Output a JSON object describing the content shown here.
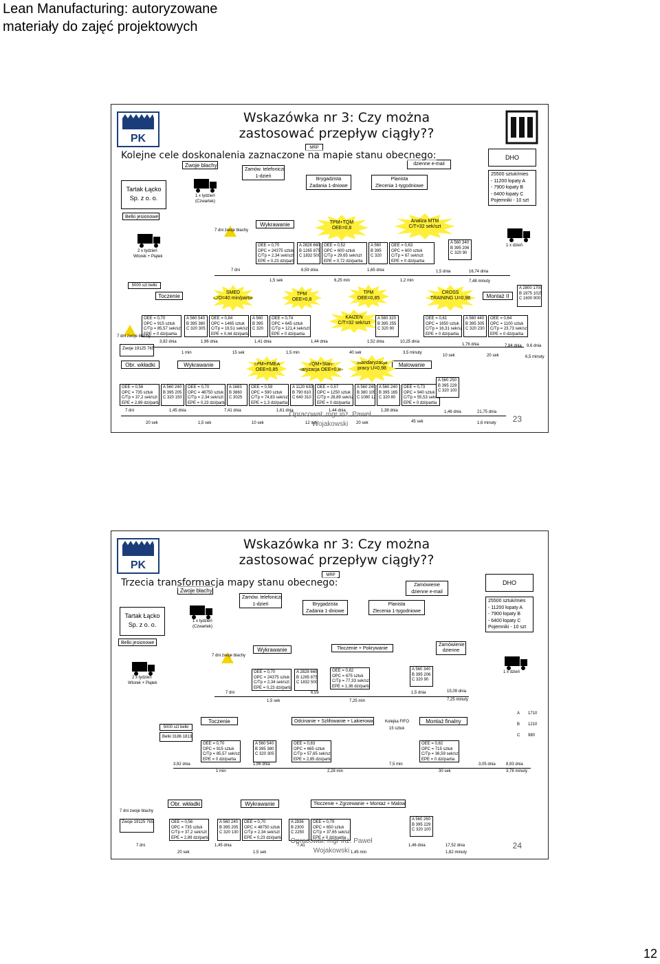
{
  "document": {
    "title_line1": "Lean Manufacturing: autoryzowane",
    "title_line2": "materiały do zajęć projektowych",
    "page_number": "12"
  },
  "slide1": {
    "title_line1": "Wskazówka nr 3: Czy można",
    "title_line2": "zastosować przepływ ciągły??",
    "subtitle": "Kolejne cele doskonalenia zaznaczone na mapie stanu obecnego:",
    "credit_line1": "Opracował: mgr inż. Paweł",
    "credit_line2": "Wojakowski",
    "slide_number": "23",
    "supplier": "Tartak Łącko Sp. z o. o.",
    "supplier_line1": "Tartak Łącko",
    "supplier_line2": "Sp. z o. o.",
    "customer": "DHO",
    "customer_data": [
      "25500 sztuk/mies",
      "- 11200 łopaty A",
      "- 7900 łopaty B",
      "- 6400 łopaty C",
      "Pojemniki - 10 szt"
    ],
    "order_phone": "Zamów. telefoniczne",
    "order_phone_days": "1-dzień",
    "mrp": "MRP",
    "order_email": "dzienne e-mail",
    "foreman": "Brygadzista",
    "foreman_tasks": "Zadania 1-dniowe",
    "planner": "Planista",
    "planner_tasks": "Zlecenia 1-tygodniowe",
    "supply_coils": "Zwoje blachy",
    "weekly": "1 x tydzień",
    "thursday": "(Czwartek)",
    "beams": "Belki jesionowe",
    "twice_week": "2 x tydzień",
    "tue_fri": "Wtorek + Piątek",
    "daily": "1 x dzień",
    "coil_stock": "7 dni zwoje blachy",
    "beam_stock": "5000 szt belki",
    "proc_stamping": "Wykrawanie",
    "proc_turning": "Toczenie",
    "proc_assembly": "Montaż II",
    "proc_handles": "Obr. wkładki",
    "proc_stamping2": "Wykrawanie",
    "proc_painting": "Malowanie",
    "kaizen": [
      {
        "line1": "TPM+TQM",
        "line2": "OEE=0,8"
      },
      {
        "line1": "Analiza MTM",
        "line2": "C/T=32 sek/szt"
      },
      {
        "line1": "SMED",
        "line2": "C/O=40 min/partia"
      },
      {
        "line1": "TPM",
        "line2": "OEE=0,8"
      },
      {
        "line1": "TPM",
        "line2": "OEE=0,85"
      },
      {
        "line1": "CROSS",
        "line2": "TRAINING U=0,98"
      },
      {
        "line1": "KAIZEN",
        "line2": "C/T=32 sek/szt"
      },
      {
        "line1": "TPM+FMEA",
        "line2": "OEE=0,85"
      },
      {
        "line1": "TQM+Stan-",
        "line2": "daryzacja OEE=0,85"
      },
      {
        "line1": "Standaryzacja",
        "line2": "pracy U=0,98"
      }
    ],
    "timeline_top": [
      "7 dni",
      "6,59 dnia",
      "1,65 dnia",
      "1,5 dnia",
      "16,74 dnia"
    ],
    "timeline_mid": [
      "1,5 sek",
      "6,25 min",
      "1,2 min",
      "7,48 minuty"
    ],
    "timeline_3": [
      "3,92 dnia",
      "1,96 dnia",
      "1,41 dnia",
      "1,44 dnia",
      "1,52 dnia",
      "10,25 dnia",
      "1,76 dnia",
      "7,84 dnia",
      "9,6 dnia"
    ],
    "timeline_4": [
      "1 min",
      "15 sek",
      "1,5 min",
      "40 sek",
      "3,5 minuty",
      "10 sek",
      "20 sek",
      "6,5 minuty"
    ],
    "timeline_5": [
      "7 dni",
      "1,45 dnia",
      "7,41 dnia",
      "1,61 dnia",
      "1,44 dnia",
      "1,38 dnia",
      "1,46 dnia",
      "21,75 dnia"
    ],
    "timeline_6": [
      "20 sek",
      "1,5 sek",
      "10 sek",
      "12 sek",
      "20 sek",
      "45 sek",
      "1,6 minuty"
    ]
  },
  "slide2": {
    "title_line1": "Wskazówka nr 3: Czy można",
    "title_line2": "zastosować przepływ ciągły??",
    "subtitle": "Trzecia transformacja mapy stanu obecnego:",
    "credit_line1": "Opracował: mgr inż. Paweł",
    "credit_line2": "Wojakowski",
    "slide_number": "24",
    "supplier_line1": "Tartak Łącko",
    "supplier_line2": "Sp. z o. o.",
    "customer": "DHO",
    "customer_data": [
      "25500 sztuk/mies",
      "- 11200 łopaty A",
      "- 7900 łopaty B",
      "- 6400 łopaty C",
      "Pojemniki - 10 szt"
    ],
    "order_phone": "Zamów. telefoniczne",
    "order_phone_days": "1-dzień",
    "mrp": "MRP",
    "order_email_1": "Zamówienie",
    "order_email_2": "dzienne e-mail",
    "foreman": "Brygadzista",
    "foreman_tasks": "Zadania 1-dniowe",
    "planner": "Planista",
    "planner_tasks": "Zlecenia 1-tygodniowe",
    "supply_coils": "Zwoje blachy",
    "weekly": "1 x tydzień",
    "thursday": "(Czwartek)",
    "beams": "Belki jesionowe",
    "twice_week": "2 x tydzień",
    "tue_fri": "Wtorek + Piątek",
    "daily": "1 x dzień",
    "daily_order_1": "Zamówienie",
    "daily_order_2": "dzienne",
    "coil_stock": "7 dni zwoje blachy",
    "beam_stock": "5000 szt belki",
    "proc_stamping": "Wykrawanie",
    "proc_shear_paint": "Tłoczenie + Pokrywanie",
    "proc_turning": "Toczenie",
    "proc_grind_paint": "Odcinanie + Szlifowanie + Lakierowanie",
    "proc_final": "Montaż finalny",
    "proc_handles": "Obr. wkładki",
    "proc_stamping2": "Wykrawanie",
    "proc_combo": "Tłoczenie + Zgrzewanie + Montaż + Malowanie",
    "fifo": "Kolejka FIFO",
    "fifo_max": "15 sztuk",
    "right_a": "A",
    "right_a_val": "1710",
    "right_b": "B",
    "right_b_val": "1210",
    "right_c": "C",
    "right_c_val": "980",
    "timeline_top": [
      "7 dni",
      "6,59",
      "1,5 dnia",
      "15,09 dnia"
    ],
    "timeline_mid": [
      "1,5 sek",
      "7,25 min",
      "7,25 minuty"
    ],
    "timeline_3": [
      "3,92 dnia",
      "1,96 dnia",
      "3,05 dnia",
      "8,93 dnia"
    ],
    "timeline_4": [
      "1 min",
      "2,28 min",
      "7,5 min",
      "30 sek",
      "3,78 minuty"
    ],
    "timeline_5": [
      "7 dni",
      "1,45 dnia",
      "7,41",
      "1,46 dnia",
      "17,52 dnia"
    ],
    "timeline_6": [
      "20 sek",
      "1,5 sek",
      "1,45 min",
      "1,82 minuty"
    ]
  }
}
